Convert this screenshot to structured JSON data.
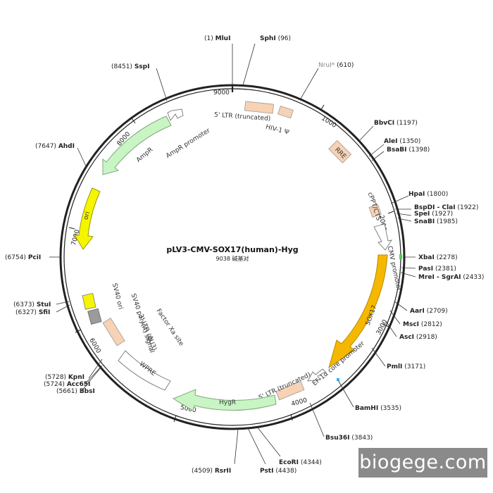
{
  "title": "pLV3-CMV-SOX17(human)-Hyg",
  "subtitle": "9038 碱基对",
  "watermark": "biogege.com",
  "ticks": [
    "9000",
    "1000",
    "2000",
    "3000",
    "4000",
    "5000",
    "6000",
    "7000",
    "8000"
  ],
  "sites": [
    {
      "name": "MluI",
      "pos": "(1)"
    },
    {
      "name": "SphI",
      "pos": "(96)"
    },
    {
      "name": "NruI*",
      "pos": "(610)"
    },
    {
      "name": "BbvCI",
      "pos": "(1197)"
    },
    {
      "name": "AleI",
      "pos": "(1350)"
    },
    {
      "name": "BsaBI",
      "pos": "(1398)"
    },
    {
      "name": "HpaI",
      "pos": "(1800)"
    },
    {
      "name": "BspDI - ClaI",
      "pos": "(1922)"
    },
    {
      "name": "SpeI",
      "pos": "(1927)"
    },
    {
      "name": "SnaBI",
      "pos": "(1985)"
    },
    {
      "name": "XbaI",
      "pos": "(2278)"
    },
    {
      "name": "PasI",
      "pos": "(2381)"
    },
    {
      "name": "MreI - SgrAI",
      "pos": "(2433)"
    },
    {
      "name": "AarI",
      "pos": "(2709)"
    },
    {
      "name": "MscI",
      "pos": "(2812)"
    },
    {
      "name": "AscI",
      "pos": "(2918)"
    },
    {
      "name": "PmlI",
      "pos": "(3171)"
    },
    {
      "name": "BamHI",
      "pos": "(3535)"
    },
    {
      "name": "Bsu36I",
      "pos": "(3843)"
    },
    {
      "name": "EcoRI",
      "pos": "(4344)"
    },
    {
      "name": "PstI",
      "pos": "(4438)"
    },
    {
      "name": "RsrII",
      "pos": "(4509)"
    },
    {
      "name": "BbsI",
      "pos": "(5661)"
    },
    {
      "name": "Acc65I",
      "pos": "(5724)"
    },
    {
      "name": "KpnI",
      "pos": "(5728)"
    },
    {
      "name": "SfiI",
      "pos": "(6327)"
    },
    {
      "name": "StuI",
      "pos": "(6373)"
    },
    {
      "name": "PciI",
      "pos": "(6754)"
    },
    {
      "name": "AhdI",
      "pos": "(7647)"
    },
    {
      "name": "SspI",
      "pos": "(8451)"
    }
  ],
  "features": {
    "ltr5_trunc_top": "5' LTR (truncated)",
    "hiv1_psi": "HIV-1 Ψ",
    "rre": "RRE",
    "cppt": "cPPT/CTS",
    "cmv_promoter": "CMV promoter",
    "sox17": "SOX17",
    "ef1a_promoter": "EF-1α core promoter",
    "ltr5_trunc_bottom": "5' LTR (truncated)",
    "hygr": "HygR",
    "wpre": "WPRE",
    "ltr3": "3' LTR (ΔU3)",
    "factor_xa": "Factor Xa site",
    "sv40_polya": "SV40 poly(A) signal",
    "sv40_ori": "SV40 ori",
    "ori": "ori",
    "ampr": "AmpR",
    "ampr_promoter": "AmpR promoter"
  },
  "colors": {
    "backbone": "#222222",
    "misc_feature": "#f7d2b4",
    "cds_sox17": "#f5b800",
    "hygr": "#c9f5c4",
    "ampr": "#c9f5c4",
    "ori": "#f5f500",
    "sv40_ori": "#9b9b9b",
    "sv40_polya": "#f5f500",
    "promoter": "#ffffff",
    "nrui_label": "#888888"
  }
}
